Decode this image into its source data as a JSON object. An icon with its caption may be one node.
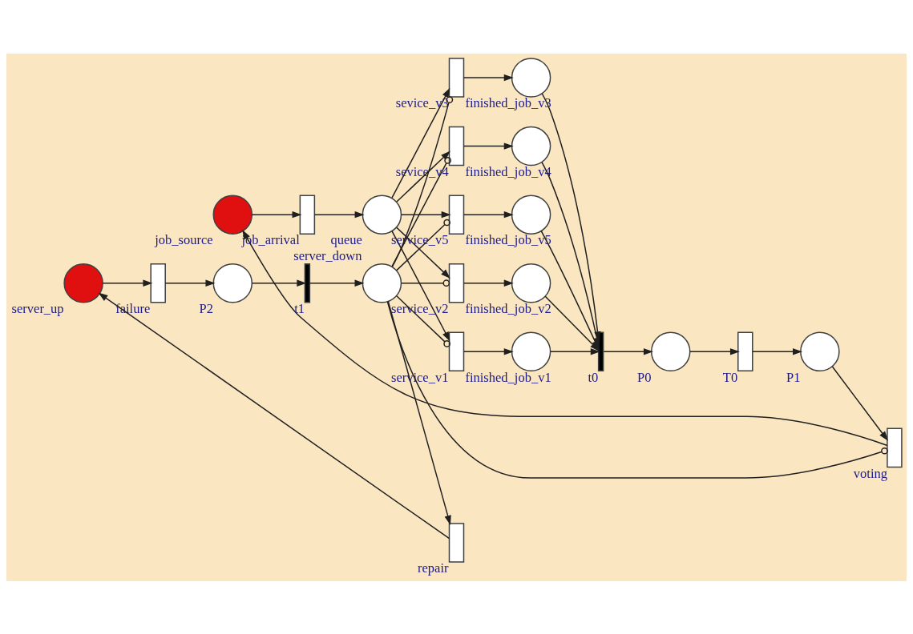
{
  "diagram": {
    "nodes": [
      {
        "text": [],
        "shape": "circle",
        "beside": [
          "job_source"
        ]
      },
      {
        "text": [],
        "shape": "bar",
        "beside": [
          "job_arrival"
        ]
      },
      {
        "text": [],
        "shape": "circle",
        "beside": [
          "queue"
        ]
      },
      {
        "text": [],
        "shape": "bar",
        "beside": [
          "service_v1"
        ]
      },
      {
        "text": [],
        "shape": "circle",
        "beside": [
          "finished_job_v1"
        ]
      },
      {
        "text": [],
        "shape": "bar",
        "beside": [
          "t0"
        ]
      },
      {
        "text": [],
        "shape": "circle",
        "beside": [
          "P0"
        ]
      },
      {
        "text": [],
        "shape": "bar",
        "beside": [
          "T0"
        ]
      },
      {
        "text": [],
        "shape": "circle",
        "beside": [
          "P1"
        ]
      },
      {
        "text": [],
        "shape": "bar",
        "beside": [
          "voting"
        ]
      },
      {
        "text": [],
        "shape": "bar",
        "beside": [
          "service_v2"
        ]
      },
      {
        "text": [],
        "shape": "circle",
        "beside": [
          "finished_job_v2"
        ]
      },
      {
        "text": [],
        "shape": "bar",
        "beside": [
          "sevice_v3"
        ]
      },
      {
        "text": [],
        "shape": "circle",
        "beside": [
          "finished_job_v3"
        ]
      },
      {
        "text": [],
        "shape": "bar",
        "beside": [
          "sevice_v4"
        ]
      },
      {
        "text": [],
        "shape": "circle",
        "beside": [
          "finished_job_v4"
        ]
      },
      {
        "text": [],
        "shape": "bar",
        "beside": [
          "service_v5"
        ]
      },
      {
        "text": [],
        "shape": "circle",
        "beside": [
          "finished_job_v5"
        ]
      },
      {
        "text": [],
        "shape": "circle",
        "beside": [
          "server_up"
        ]
      },
      {
        "text": [],
        "shape": "bar",
        "beside": [
          "failure"
        ]
      },
      {
        "text": [],
        "shape": "circle",
        "beside": [
          "P2"
        ]
      },
      {
        "text": [],
        "shape": "bar",
        "beside": [
          "t1"
        ]
      },
      {
        "text": [],
        "shape": "circle",
        "beside": [
          "server_down"
        ]
      },
      {
        "text": [],
        "shape": "bar",
        "beside": [
          "repair"
        ]
      }
    ],
    "edges": [
      {
        "from": 0,
        "to": 1,
        "arrow": "to"
      },
      {
        "from": 1,
        "to": 2,
        "arrow": "to"
      },
      {
        "from": 2,
        "to": 3,
        "arrow": "to"
      },
      {
        "from": 2,
        "to": 10,
        "arrow": "to"
      },
      {
        "from": 2,
        "to": 12,
        "arrow": "to"
      },
      {
        "from": 2,
        "to": 14,
        "arrow": "to"
      },
      {
        "from": 2,
        "to": 16,
        "arrow": "to"
      },
      {
        "from": 3,
        "to": 4,
        "arrow": "to"
      },
      {
        "from": 10,
        "to": 11,
        "arrow": "to"
      },
      {
        "from": 12,
        "to": 13,
        "arrow": "to"
      },
      {
        "from": 14,
        "to": 15,
        "arrow": "to"
      },
      {
        "from": 16,
        "to": 17,
        "arrow": "to"
      },
      {
        "from": 4,
        "to": 5,
        "arrow": "to"
      },
      {
        "from": 11,
        "to": 5,
        "arrow": "to"
      },
      {
        "from": 13,
        "to": 5,
        "arrow": "to"
      },
      {
        "from": 15,
        "to": 5,
        "arrow": "to"
      },
      {
        "from": 17,
        "to": 5,
        "arrow": "to"
      },
      {
        "from": 5,
        "to": 6,
        "arrow": "to"
      },
      {
        "from": 6,
        "to": 7,
        "arrow": "to"
      },
      {
        "from": 7,
        "to": 8,
        "arrow": "to"
      },
      {
        "from": 8,
        "to": 9,
        "arrow": "to"
      },
      {
        "from": 9,
        "to": 0,
        "arrow": "to"
      },
      {
        "from": 18,
        "to": 19,
        "arrow": "to"
      },
      {
        "from": 19,
        "to": 20,
        "arrow": "to"
      },
      {
        "from": 20,
        "to": 21,
        "arrow": "to"
      },
      {
        "from": 21,
        "to": 22,
        "arrow": "to"
      },
      {
        "from": 22,
        "to": 23,
        "arrow": "to"
      },
      {
        "from": 23,
        "to": 18,
        "arrow": "to"
      },
      {
        "from": 22,
        "to": 3,
        "arrow": "other"
      },
      {
        "from": 22,
        "to": 10,
        "arrow": "other"
      },
      {
        "from": 22,
        "to": 12,
        "arrow": "other"
      },
      {
        "from": 22,
        "to": 14,
        "arrow": "other"
      },
      {
        "from": 22,
        "to": 16,
        "arrow": "other"
      },
      {
        "from": 22,
        "to": 9,
        "arrow": "other"
      }
    ]
  }
}
